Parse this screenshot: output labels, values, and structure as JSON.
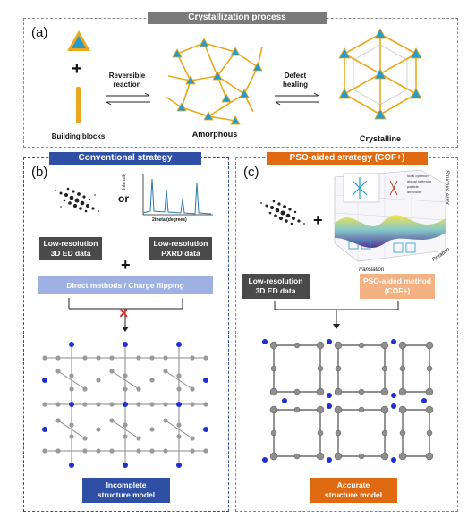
{
  "top": {
    "title": "Crystallization process",
    "letter": "(a)",
    "plus": "+",
    "building_blocks": "Building blocks",
    "reaction_line1": "Reversible",
    "reaction_line2": "reaction",
    "amorphous": "Amorphous",
    "healing_line1": "Defect",
    "healing_line2": "healing",
    "crystalline": "Crystalline"
  },
  "left": {
    "title": "Conventional strategy",
    "letter": "(b)",
    "or": "or",
    "intensity": "Intensity",
    "two_theta": "2theta (degrees)",
    "ed_line1": "Low-resolution",
    "ed_line2": "3D ED data",
    "pxrd_line1": "Low-resolution",
    "pxrd_line2": "PXRD data",
    "plus": "+",
    "method": "Direct methods / Charge flipping",
    "fail_mark": "×",
    "result_line1": "Incomplete",
    "result_line2": "structure model"
  },
  "right": {
    "title": "PSO-aided strategy (COF+)",
    "letter": "(c)",
    "plus": "+",
    "structure_error": "Structure error",
    "rotation": "Rotation",
    "translation": "Translation",
    "ed_line1": "Low-resolution",
    "ed_line2": "3D ED data",
    "pso_line1": "PSO-aided method",
    "pso_line2": "(COF+)",
    "result_line1": "Accurate",
    "result_line2": "structure model",
    "legend": [
      "local optimum",
      "global optimum",
      "particle",
      "direction"
    ]
  },
  "colors": {
    "gray_header": "#7a7a7a",
    "blue_header": "#2f4fa5",
    "orange_header": "#e06a12",
    "dark_box": "#4a4a4a",
    "light_blue_box": "#9fb1e3",
    "light_orange_box": "#f4b183",
    "teal": "#2a9bc4",
    "gold": "#e9a81d"
  }
}
